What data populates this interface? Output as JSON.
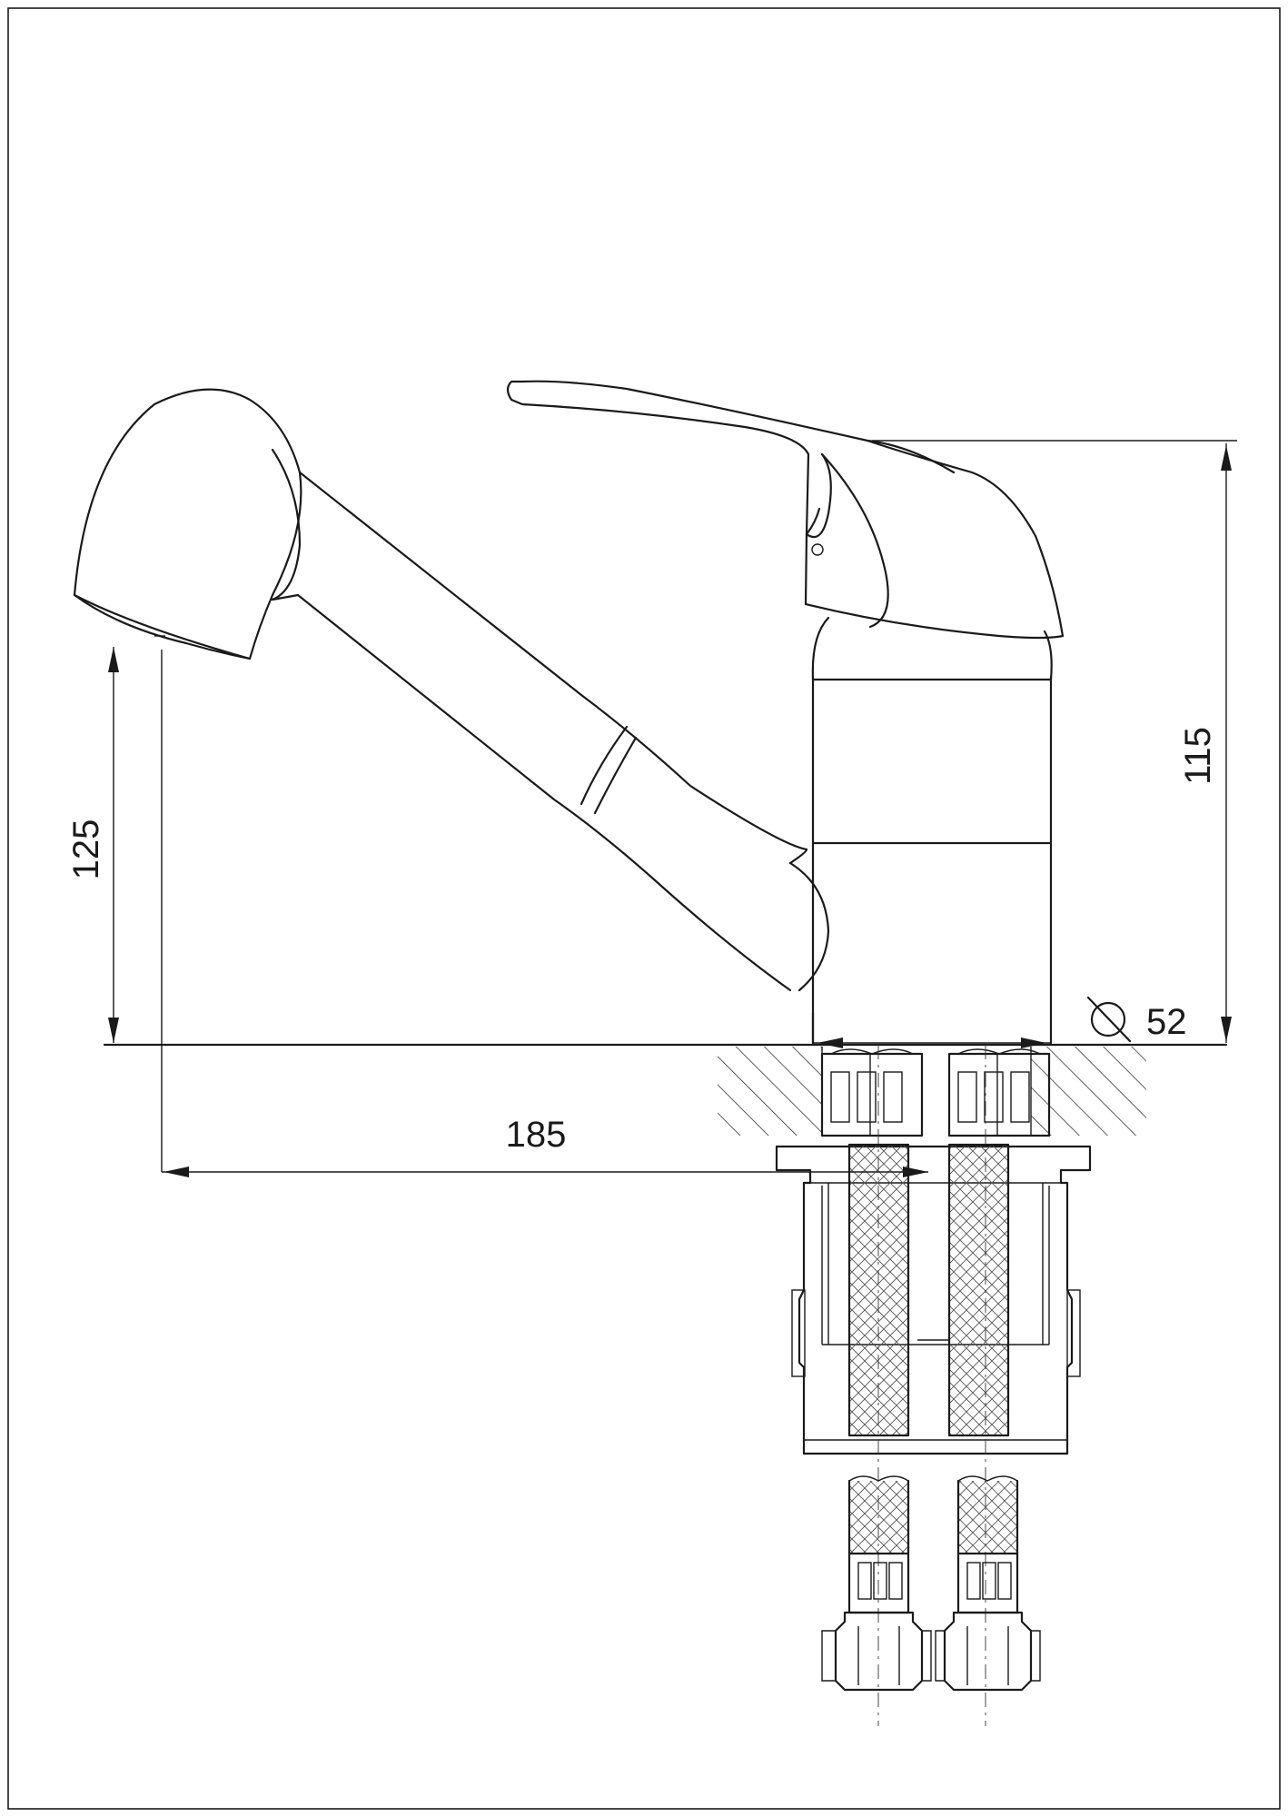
{
  "dimensions": {
    "spout_height": "125",
    "total_height": "115",
    "reach": "185",
    "base_diameter": "52"
  },
  "colors": {
    "line": "#1a1a1a",
    "background": "#ffffff"
  }
}
